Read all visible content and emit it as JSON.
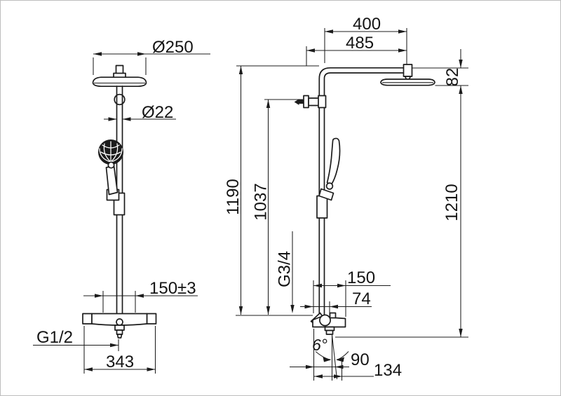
{
  "drawing": {
    "kind": "shower-system-dimensional-drawing",
    "front": {
      "head_diameter": "Ø250",
      "pipe_diameter": "Ø22",
      "connection_spacing": "150±3",
      "inlet_thread": "G1/2",
      "body_width": "343"
    },
    "side": {
      "arm_projection": "400",
      "head_projection": "485",
      "head_drop": "82",
      "riser_height": "1190",
      "bracket_height": "1037",
      "overall_height": "1210",
      "outlet_thread": "G3/4",
      "body_depth": "150",
      "outlet_offset": "74",
      "spout_angle": "6°",
      "spout_reach": "90",
      "spout_reach_total": "134"
    },
    "colors": {
      "line": "#1c1c1c",
      "background": "#ffffff",
      "border": "#bdbdbd"
    }
  }
}
